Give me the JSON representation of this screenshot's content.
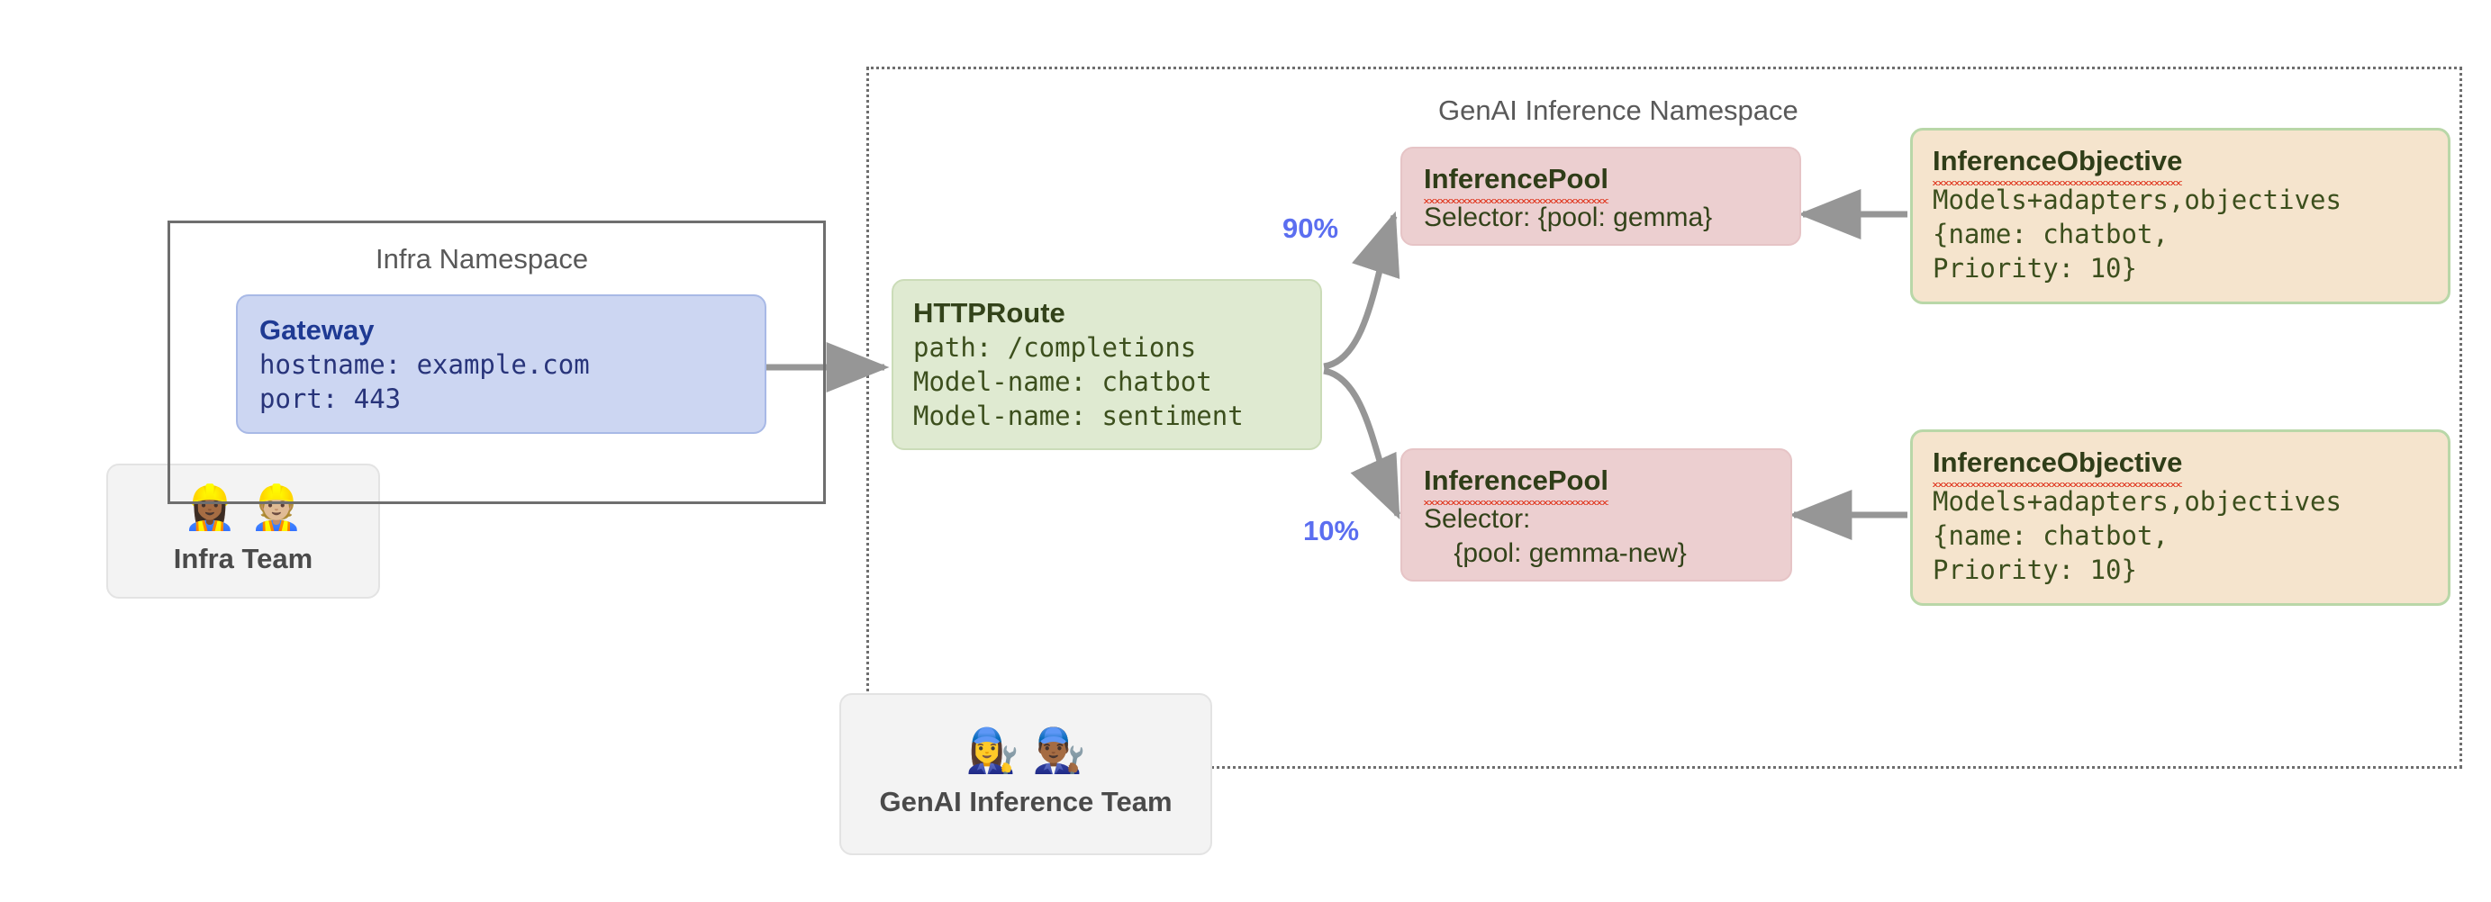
{
  "namespaces": {
    "infra": {
      "title": "Infra Namespace"
    },
    "genai": {
      "title": "GenAI Inference Namespace"
    }
  },
  "nodes": {
    "gateway": {
      "title": "Gateway",
      "line1": "hostname: example.com",
      "line2": "port: 443"
    },
    "httproute": {
      "title": "HTTPRoute",
      "line1": "path: /completions",
      "line2": "Model-name: chatbot",
      "line3": "Model-name: sentiment"
    },
    "pool_top": {
      "title": "InferencePool",
      "line1": "Selector: {pool: gemma}"
    },
    "pool_bottom": {
      "title": "InferencePool",
      "line1": "Selector:",
      "line2": "    {pool: gemma-new}"
    },
    "objective_top": {
      "title": "InferenceObjective",
      "line1": "Models+adapters,objectives",
      "line2": "{name: chatbot,",
      "line3": "Priority: 10}"
    },
    "objective_bottom": {
      "title": "InferenceObjective",
      "line1": "Models+adapters,objectives",
      "line2": "{name: chatbot,",
      "line3": "Priority: 10}"
    }
  },
  "teams": {
    "infra": {
      "label": "Infra Team",
      "emoji": "👷🏾‍♀️👷🏼"
    },
    "genai": {
      "label": "GenAI Inference Team",
      "emoji": "👩‍🔧👨🏾‍🔧"
    }
  },
  "traffic_split": {
    "top_weight": "90%",
    "bottom_weight": "10%"
  },
  "colors": {
    "gateway_fill": "#ccd6f2",
    "httproute_fill": "#dfead1",
    "pool_fill": "#eccfd0",
    "objective_fill": "#f5e4cd",
    "objective_border": "#b9d7a8",
    "arrow": "#969696",
    "weight_label": "#5b6ef0",
    "namespace_border": "#6e6e6e"
  }
}
